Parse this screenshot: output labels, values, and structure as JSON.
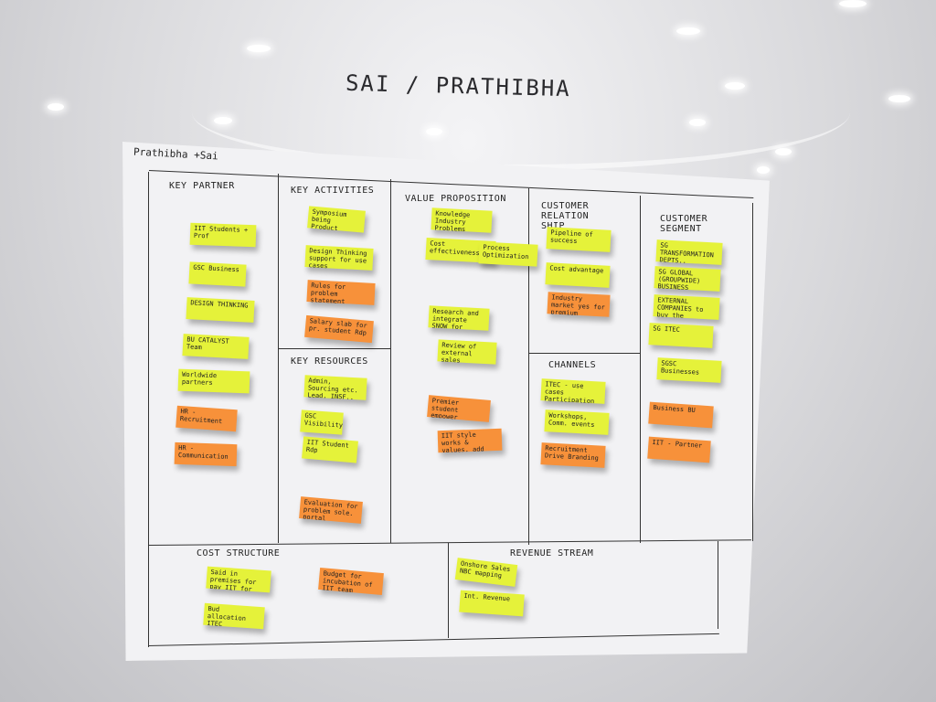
{
  "wall_title": "SAI / PRATHIBHA",
  "author_note": "Prathibha +Sai",
  "sections": {
    "key_partner": "KEY PARTNER",
    "key_activities": "KEY ACTIVITIES",
    "key_resources": "KEY RESOURCES",
    "value_proposition": "VALUE PROPOSITION",
    "customer_relationship": "CUSTOMER RELATION SHIP",
    "channels": "CHANNELS",
    "customer_segment": "CUSTOMER SEGMENT",
    "cost_structure": "COST STRUCTURE",
    "revenue_stream": "REVENUE STREAM"
  },
  "notes": {
    "kp1": "IIT Students + Prof",
    "kp2": "GSC Business",
    "kp3": "DESIGN THINKING",
    "kp4": "BU CATALYST Team",
    "kp5": "Worldwide partners",
    "kp6": "HR - Recruitment",
    "kp7": "HR - Communication",
    "ka1": "Symposium being Product",
    "ka2": "Design Thinking support for use cases",
    "ka3": "Rules for problem statement",
    "ka4": "Salary slab for pr. student Rdp",
    "kr1": "Admin, Sourcing etc. Lead, INSF..",
    "kr2": "GSC Visibility",
    "kr3": "IIT Student Rdp",
    "kr4": "Evaluation for problem sole. portal",
    "vp1": "Knowledge Industry Problems first hand",
    "vp2": "Cost effectiveness",
    "vp3": "Process Optimization",
    "vp4": "Research and integrate SNOW for Needs",
    "vp5": "Review of external sales",
    "vp6": "Premier student empower",
    "vp7": "IIT style works & values, add work",
    "cr1": "Pipeline of success",
    "cr2": "Cost advantage",
    "cr3": "Industry market yes for premium student",
    "ch1": "ITEC - use cases Participation",
    "ch2": "Workshops, Comm. events",
    "ch3": "Recruitment Drive Branding",
    "cs1": "SG TRANSFORMATION DEPTS.,",
    "cs2": "SG GLOBAL (GROUPWIDE) BUSINESS",
    "cs3": "EXTERNAL COMPANIES to buy the solutions",
    "cs4": "SG ITEC",
    "cs5": "SGSC Businesses",
    "cs6": "Business BU",
    "cs7": "IIT - Partner",
    "cost1": "Said in premises for pay IIT for tow teams",
    "cost2": "Bud allocation ITEC",
    "cost3": "Budget for incubation of IIT team",
    "rev1": "Onshore Sales NBC mapping",
    "rev2": "Int. Revenue"
  },
  "colors": {
    "yellow": "#e5f23a",
    "orange": "#f7913a",
    "paper": "#f2f2f4"
  }
}
